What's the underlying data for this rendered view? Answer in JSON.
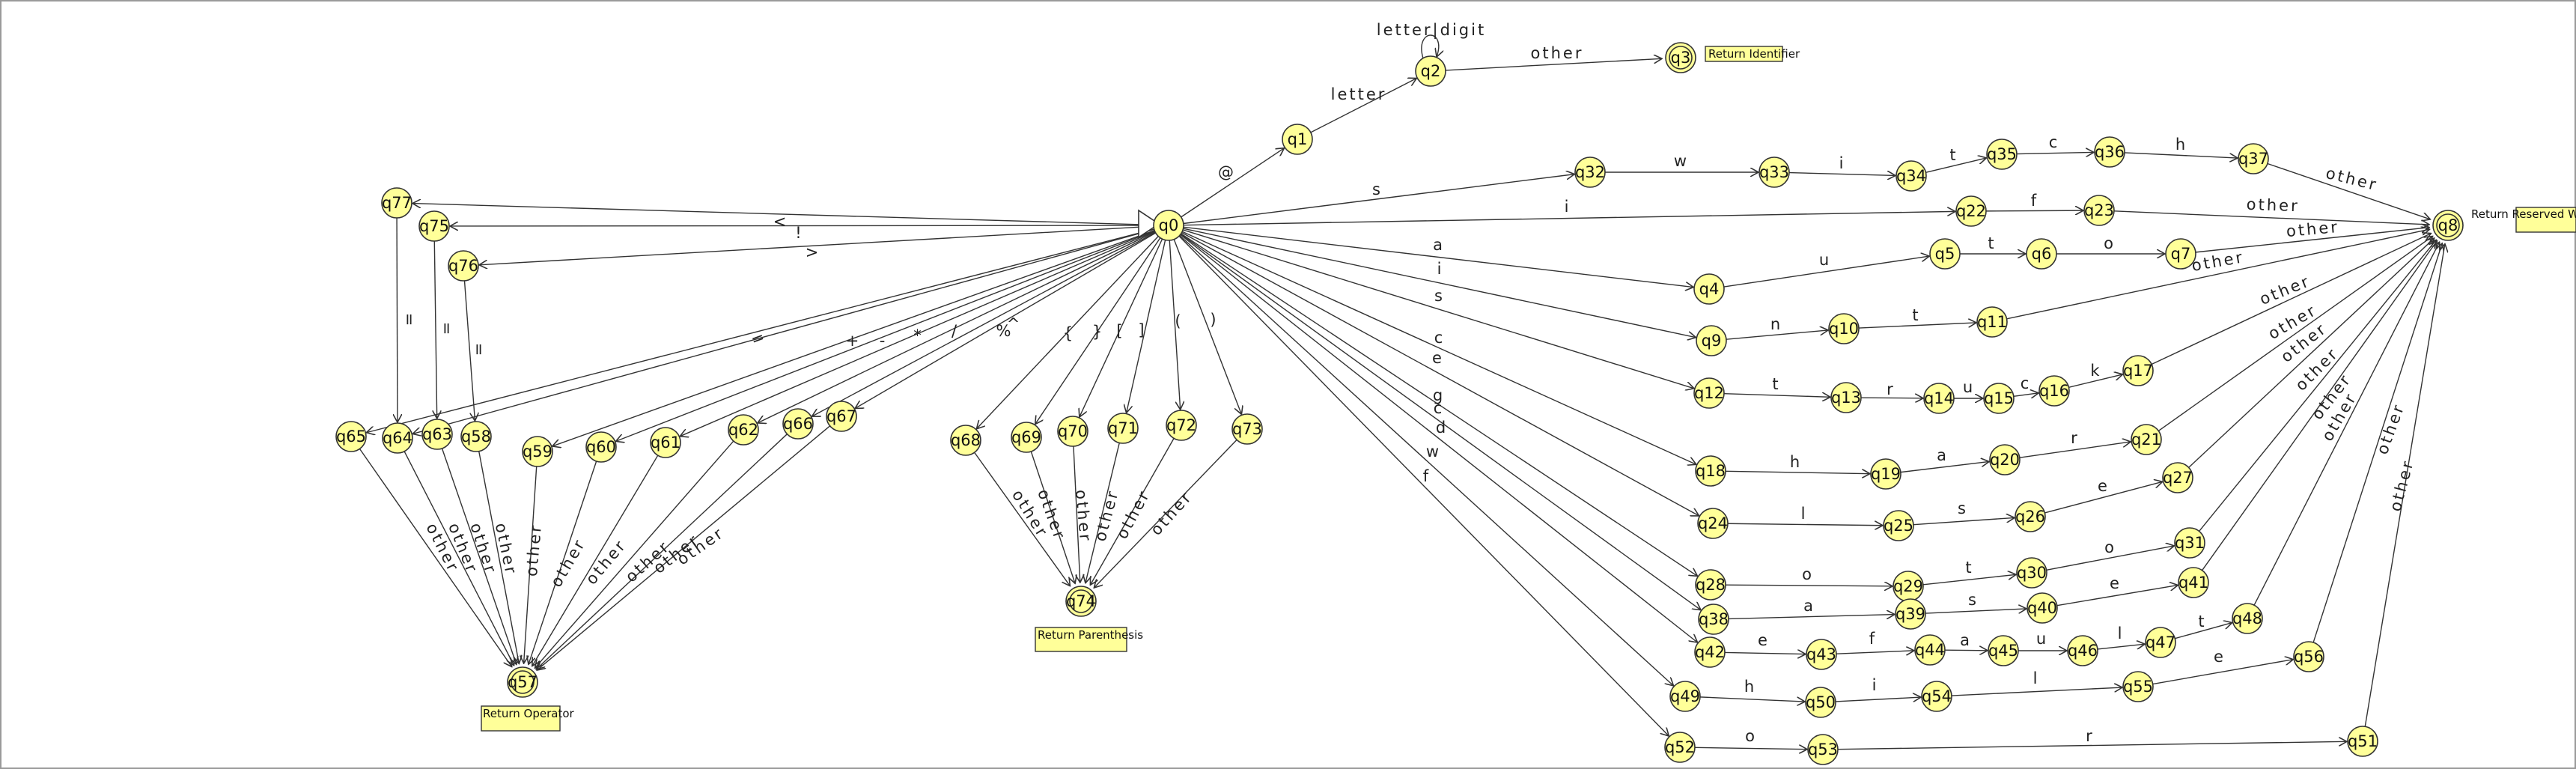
{
  "diagram": {
    "colors": {
      "state_fill": "#ffff99",
      "note_fill": "#ffff99",
      "line": "#333333",
      "frame": "#9a9a9a"
    },
    "notes": {
      "identifier": "Return Identifier",
      "reserved": "Return Reserved Word",
      "parenthesis": "Return Parenthesis",
      "operator": "Return Operator"
    },
    "states": [
      "q0",
      "q1",
      "q2",
      "q3",
      "q4",
      "q5",
      "q6",
      "q7",
      "q8",
      "q9",
      "q10",
      "q11",
      "q12",
      "q13",
      "q14",
      "q15",
      "q16",
      "q17",
      "q18",
      "q19",
      "q20",
      "q21",
      "q22",
      "q23",
      "q24",
      "q25",
      "q26",
      "q27",
      "q28",
      "q29",
      "q30",
      "q31",
      "q32",
      "q33",
      "q34",
      "q35",
      "q36",
      "q37",
      "q38",
      "q39",
      "q40",
      "q41",
      "q42",
      "q43",
      "q44",
      "q45",
      "q46",
      "q47",
      "q48",
      "q49",
      "q50",
      "q51",
      "q52",
      "q53",
      "q54",
      "q55",
      "q56",
      "q57",
      "q58",
      "q59",
      "q60",
      "q61",
      "q62",
      "q63",
      "q64",
      "q65",
      "q66",
      "q67",
      "q68",
      "q69",
      "q70",
      "q71",
      "q72",
      "q73",
      "q74",
      "q75",
      "q76",
      "q77"
    ],
    "accepting": [
      "q3",
      "q8",
      "q57",
      "q74"
    ],
    "transitions": [
      {
        "from": "q0",
        "to": "q1",
        "label": "@"
      },
      {
        "from": "q1",
        "to": "q2",
        "label": "letter"
      },
      {
        "from": "q2",
        "to": "q2",
        "label": "letter|digit"
      },
      {
        "from": "q2",
        "to": "q3",
        "label": "other"
      },
      {
        "from": "q0",
        "to": "q32",
        "label": "s"
      },
      {
        "from": "q32",
        "to": "q33",
        "label": "w"
      },
      {
        "from": "q33",
        "to": "q34",
        "label": "i"
      },
      {
        "from": "q34",
        "to": "q35",
        "label": "t"
      },
      {
        "from": "q35",
        "to": "q36",
        "label": "c"
      },
      {
        "from": "q36",
        "to": "q37",
        "label": "h"
      },
      {
        "from": "q37",
        "to": "q8",
        "label": "other"
      },
      {
        "from": "q0",
        "to": "q22",
        "label": "i"
      },
      {
        "from": "q22",
        "to": "q23",
        "label": "f"
      },
      {
        "from": "q23",
        "to": "q8",
        "label": "other"
      },
      {
        "from": "q0",
        "to": "q4",
        "label": "a"
      },
      {
        "from": "q4",
        "to": "q5",
        "label": "u"
      },
      {
        "from": "q5",
        "to": "q6",
        "label": "t"
      },
      {
        "from": "q6",
        "to": "q7",
        "label": "o"
      },
      {
        "from": "q7",
        "to": "q8",
        "label": "other"
      },
      {
        "from": "q0",
        "to": "q9",
        "label": "i"
      },
      {
        "from": "q9",
        "to": "q10",
        "label": "n"
      },
      {
        "from": "q10",
        "to": "q11",
        "label": "t"
      },
      {
        "from": "q11",
        "to": "q8",
        "label": "other"
      },
      {
        "from": "q0",
        "to": "q12",
        "label": "s"
      },
      {
        "from": "q12",
        "to": "q13",
        "label": "t"
      },
      {
        "from": "q13",
        "to": "q14",
        "label": "r"
      },
      {
        "from": "q14",
        "to": "q15",
        "label": "u"
      },
      {
        "from": "q15",
        "to": "q16",
        "label": "c"
      },
      {
        "from": "q16",
        "to": "q17",
        "label": "k"
      },
      {
        "from": "q17",
        "to": "q8",
        "label": "other"
      },
      {
        "from": "q0",
        "to": "q18",
        "label": "c"
      },
      {
        "from": "q18",
        "to": "q19",
        "label": "h"
      },
      {
        "from": "q19",
        "to": "q20",
        "label": "a"
      },
      {
        "from": "q20",
        "to": "q21",
        "label": "r"
      },
      {
        "from": "q21",
        "to": "q8",
        "label": "other"
      },
      {
        "from": "q0",
        "to": "q24",
        "label": "e"
      },
      {
        "from": "q24",
        "to": "q25",
        "label": "l"
      },
      {
        "from": "q25",
        "to": "q26",
        "label": "s"
      },
      {
        "from": "q26",
        "to": "q27",
        "label": "e"
      },
      {
        "from": "q27",
        "to": "q8",
        "label": "other"
      },
      {
        "from": "q0",
        "to": "q28",
        "label": "g"
      },
      {
        "from": "q28",
        "to": "q29",
        "label": "o"
      },
      {
        "from": "q29",
        "to": "q30",
        "label": "t"
      },
      {
        "from": "q30",
        "to": "q31",
        "label": "o"
      },
      {
        "from": "q31",
        "to": "q8",
        "label": "other"
      },
      {
        "from": "q0",
        "to": "q38",
        "label": "c"
      },
      {
        "from": "q38",
        "to": "q39",
        "label": "a"
      },
      {
        "from": "q39",
        "to": "q40",
        "label": "s"
      },
      {
        "from": "q40",
        "to": "q41",
        "label": "e"
      },
      {
        "from": "q41",
        "to": "q8",
        "label": "other"
      },
      {
        "from": "q0",
        "to": "q42",
        "label": "d"
      },
      {
        "from": "q42",
        "to": "q43",
        "label": "e"
      },
      {
        "from": "q43",
        "to": "q44",
        "label": "f"
      },
      {
        "from": "q44",
        "to": "q45",
        "label": "a"
      },
      {
        "from": "q45",
        "to": "q46",
        "label": "u"
      },
      {
        "from": "q46",
        "to": "q47",
        "label": "l"
      },
      {
        "from": "q47",
        "to": "q48",
        "label": "t"
      },
      {
        "from": "q48",
        "to": "q8",
        "label": "other"
      },
      {
        "from": "q0",
        "to": "q49",
        "label": "w"
      },
      {
        "from": "q49",
        "to": "q50",
        "label": "h"
      },
      {
        "from": "q50",
        "to": "q54",
        "label": "i"
      },
      {
        "from": "q54",
        "to": "q55",
        "label": "l"
      },
      {
        "from": "q55",
        "to": "q56",
        "label": "e"
      },
      {
        "from": "q56",
        "to": "q8",
        "label": "other"
      },
      {
        "from": "q0",
        "to": "q52",
        "label": "f"
      },
      {
        "from": "q52",
        "to": "q53",
        "label": "o"
      },
      {
        "from": "q53",
        "to": "q51",
        "label": "r"
      },
      {
        "from": "q51",
        "to": "q8",
        "label": "other"
      },
      {
        "from": "q0",
        "to": "q77",
        "label": ""
      },
      {
        "from": "q0",
        "to": "q75",
        "label": "<"
      },
      {
        "from": "q0",
        "to": "q76",
        "label": ">"
      },
      {
        "from": "q0",
        "to": "q64",
        "label": "!"
      },
      {
        "from": "q77",
        "to": "q64",
        "label": "="
      },
      {
        "from": "q75",
        "to": "q63",
        "label": "="
      },
      {
        "from": "q76",
        "to": "q58",
        "label": "="
      },
      {
        "from": "q0",
        "to": "q65",
        "label": "="
      },
      {
        "from": "q0",
        "to": "q59",
        "label": "+"
      },
      {
        "from": "q0",
        "to": "q60",
        "label": "-"
      },
      {
        "from": "q0",
        "to": "q61",
        "label": "*"
      },
      {
        "from": "q0",
        "to": "q62",
        "label": "/"
      },
      {
        "from": "q0",
        "to": "q66",
        "label": "%"
      },
      {
        "from": "q0",
        "to": "q67",
        "label": "^"
      },
      {
        "from": "q65",
        "to": "q57",
        "label": "other"
      },
      {
        "from": "q64",
        "to": "q57",
        "label": "other"
      },
      {
        "from": "q63",
        "to": "q57",
        "label": "other"
      },
      {
        "from": "q58",
        "to": "q57",
        "label": "other"
      },
      {
        "from": "q59",
        "to": "q57",
        "label": "other"
      },
      {
        "from": "q60",
        "to": "q57",
        "label": "other"
      },
      {
        "from": "q61",
        "to": "q57",
        "label": "other"
      },
      {
        "from": "q62",
        "to": "q57",
        "label": "other"
      },
      {
        "from": "q66",
        "to": "q57",
        "label": "other"
      },
      {
        "from": "q67",
        "to": "q57",
        "label": "other"
      },
      {
        "from": "q0",
        "to": "q68",
        "label": "{"
      },
      {
        "from": "q0",
        "to": "q69",
        "label": "}"
      },
      {
        "from": "q0",
        "to": "q70",
        "label": "["
      },
      {
        "from": "q0",
        "to": "q71",
        "label": "]"
      },
      {
        "from": "q0",
        "to": "q72",
        "label": "("
      },
      {
        "from": "q0",
        "to": "q73",
        "label": ")"
      },
      {
        "from": "q68",
        "to": "q74",
        "label": "other"
      },
      {
        "from": "q69",
        "to": "q74",
        "label": "other"
      },
      {
        "from": "q70",
        "to": "q74",
        "label": "other"
      },
      {
        "from": "q71",
        "to": "q74",
        "label": "other"
      },
      {
        "from": "q72",
        "to": "q74",
        "label": "other"
      },
      {
        "from": "q73",
        "to": "q74",
        "label": "other"
      }
    ]
  }
}
